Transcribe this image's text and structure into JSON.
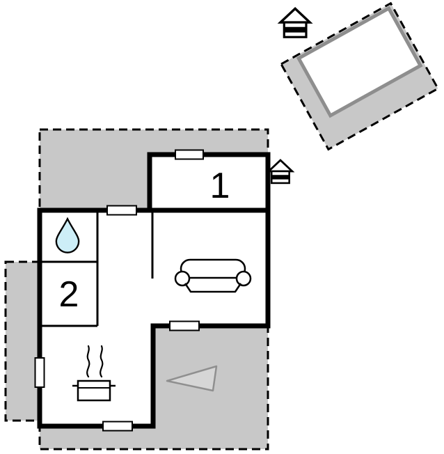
{
  "diagram": {
    "type": "floor-plan",
    "rooms": [
      {
        "id": "room-1",
        "label": "1"
      },
      {
        "id": "room-2",
        "label": "2"
      }
    ]
  },
  "colors": {
    "background": "#ffffff",
    "plot_fill": "#c8c8c8",
    "floor_fill": "#ffffff",
    "wall_stroke": "#000000",
    "window_fill": "#ffffff",
    "water_drop_fill": "#cdeef7",
    "triangle_fill": "#d6d6d6",
    "triangle_stroke": "#8f8f8f",
    "annex_inner_stroke": "#8e8e8e"
  },
  "icons": {
    "annex_house": "house-icon",
    "main_house": "house-icon",
    "shower": "water-drop-icon",
    "living_room": "sofa-icon",
    "kitchen": "cooking-pot-icon",
    "terrace_marker": "triangle-marker"
  }
}
